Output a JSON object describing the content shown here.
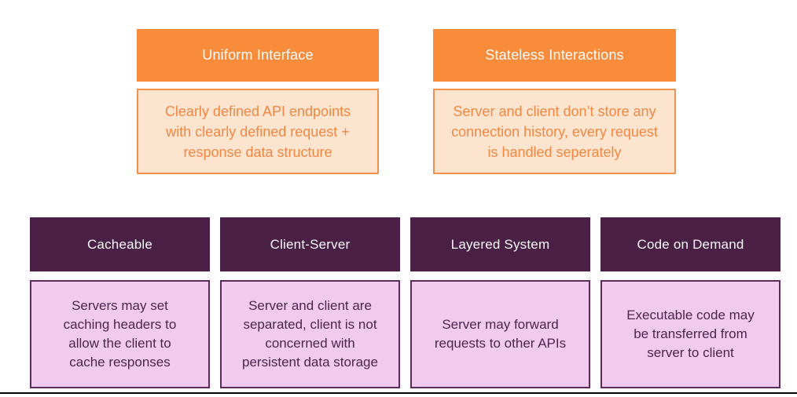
{
  "page": {
    "background": "#ffffff",
    "bottom_rule_color": "#000000"
  },
  "colors": {
    "orange_header_bg": "#F98C3A",
    "orange_desc_bg": "#FCE4CF",
    "orange_desc_border": "#F0924F",
    "orange_desc_text": "#F08843",
    "purple_header_bg": "#4A2047",
    "purple_desc_bg": "#F0CBEE",
    "purple_desc_border": "#5C2B59",
    "purple_desc_text": "#4E2450",
    "header_text": "#FEFCFA"
  },
  "top_row": [
    {
      "title": "Uniform Interface",
      "description": "Clearly defined API endpoints with clearly defined request + response data structure"
    },
    {
      "title": "Stateless Interactions",
      "description": "Server and client don’t store any connection history, every request is handled seperately"
    }
  ],
  "bottom_row": [
    {
      "title": "Cacheable",
      "description": "Servers may set caching headers to allow the client to cache responses"
    },
    {
      "title": "Client-Server",
      "description": "Server and client are separated, client is not concerned with persistent data storage"
    },
    {
      "title": "Layered System",
      "description": "Server may forward requests to other APIs"
    },
    {
      "title": "Code on Demand",
      "description": "Executable code may be transferred from server to client"
    }
  ]
}
